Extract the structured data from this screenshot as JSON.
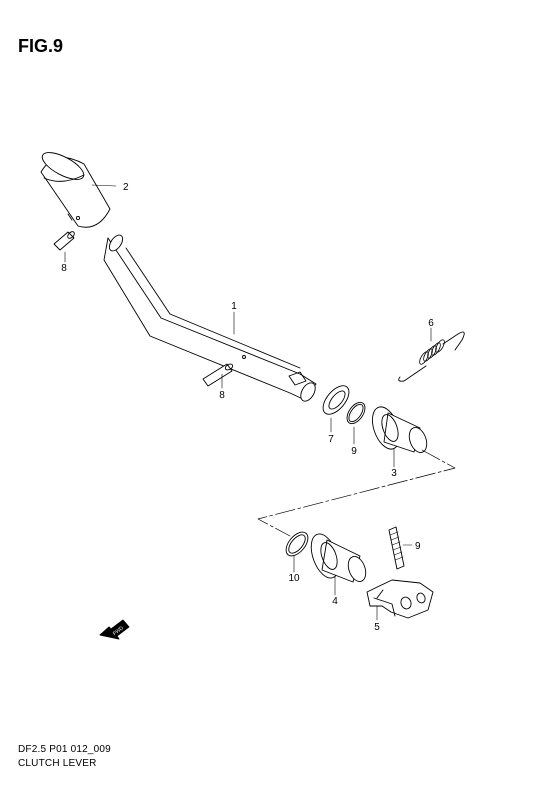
{
  "figure": {
    "title": "FIG.9"
  },
  "parts": [
    {
      "id": "lever",
      "number": "1"
    },
    {
      "id": "grip",
      "number": "2"
    },
    {
      "id": "upper-bushing",
      "number": "3"
    },
    {
      "id": "lower-bushing",
      "number": "4"
    },
    {
      "id": "bracket",
      "number": "5"
    },
    {
      "id": "spring",
      "number": "6"
    },
    {
      "id": "washer-upper",
      "number": "7"
    },
    {
      "id": "pin-upper",
      "number": "8"
    },
    {
      "id": "pin-lower",
      "number": "8"
    },
    {
      "id": "o-ring-upper",
      "number": "9"
    },
    {
      "id": "small-spring",
      "number": "9"
    },
    {
      "id": "o-ring-lower",
      "number": "10"
    }
  ],
  "fwd_marker": {
    "label": "FWD"
  },
  "footer": {
    "code": "DF2.5 P01 012_009",
    "caption": "CLUTCH LEVER"
  }
}
